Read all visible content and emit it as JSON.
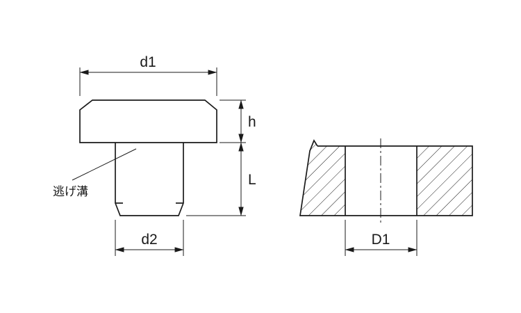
{
  "colors": {
    "line": "#1a1a1a",
    "background": "#ffffff"
  },
  "left_view": {
    "dim_head_diameter": "d1",
    "dim_head_height": "h",
    "dim_shank_length": "L",
    "dim_shank_diameter": "d2",
    "annotation_relief_groove": "逃げ溝"
  },
  "right_view": {
    "dim_hole_diameter": "D1"
  }
}
